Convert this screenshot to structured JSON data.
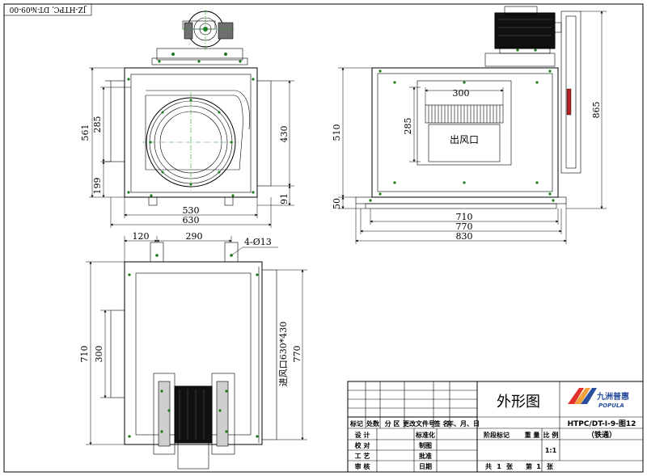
{
  "header_code": "JZ-HTPC, DT-№09-00",
  "front_view": {
    "dims": {
      "w530": "530",
      "w630": "630",
      "h561": "561",
      "h285": "285",
      "h199": "199",
      "h430": "430",
      "h91": "91"
    }
  },
  "side_view": {
    "outlet_label": "出风口",
    "dims": {
      "w300": "300",
      "h285": "285",
      "h510": "510",
      "h50": "50",
      "h865": "865",
      "w710": "710",
      "w770": "770",
      "w830": "830"
    }
  },
  "top_view": {
    "inlet_label": "进风口630*430",
    "dims": {
      "w120": "120",
      "w290": "290",
      "holes": "4-Ø13",
      "h710": "710",
      "h300": "300",
      "h770": "770"
    }
  },
  "title_block": {
    "drawing_name": "外形图",
    "drawing_number": "HTPC/DT-I-9-图12",
    "drawing_sub": "（铁通）",
    "scale": "1:1",
    "logo_text": "九洲普惠",
    "logo_sub": "POPULA",
    "brand_color": "#2b4f9e",
    "header_cells": [
      "标记",
      "处数",
      "分 区",
      "更改文件号",
      "签 名",
      "年、月、日"
    ],
    "rows_left": [
      "设 计",
      "校 对",
      "工 艺",
      "审 核"
    ],
    "rows_mid": [
      "标准化",
      "制图",
      "批准",
      "日期"
    ],
    "stage_cells": [
      "阶段标记",
      "重 量",
      "比 例"
    ],
    "sheet_total": [
      "共",
      "1",
      "张"
    ],
    "sheet_no": [
      "第",
      "1",
      "张"
    ]
  }
}
